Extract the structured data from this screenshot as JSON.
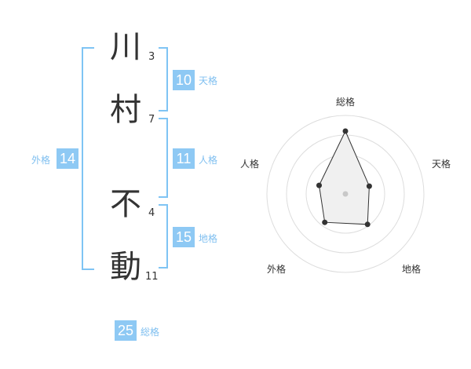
{
  "name": {
    "chars": [
      {
        "char": "川",
        "strokes": "3"
      },
      {
        "char": "村",
        "strokes": "7"
      },
      {
        "char": "不",
        "strokes": "4"
      },
      {
        "char": "動",
        "strokes": "11"
      }
    ]
  },
  "fortune": {
    "tenkaku": {
      "value": "10",
      "label": "天格"
    },
    "jinkaku": {
      "value": "11",
      "label": "人格"
    },
    "chikaku": {
      "value": "15",
      "label": "地格"
    },
    "gaikaku": {
      "value": "14",
      "label": "外格"
    },
    "soukaku": {
      "value": "25",
      "label": "総格"
    }
  },
  "chart_data": {
    "type": "radar",
    "axes": [
      "総格",
      "天格",
      "地格",
      "外格",
      "人格"
    ],
    "values": [
      25,
      10,
      15,
      14,
      11
    ],
    "radial_scale": "relative",
    "rings": 4,
    "colors": {
      "fill": "#f0f0f0",
      "stroke": "#333333",
      "ring": "#dddddd",
      "point": "#333333",
      "center": "#c8c8c8"
    }
  },
  "colors": {
    "accent": "#8ec9f4",
    "bracket": "#7fc4f4",
    "label": "#7fbff0"
  }
}
